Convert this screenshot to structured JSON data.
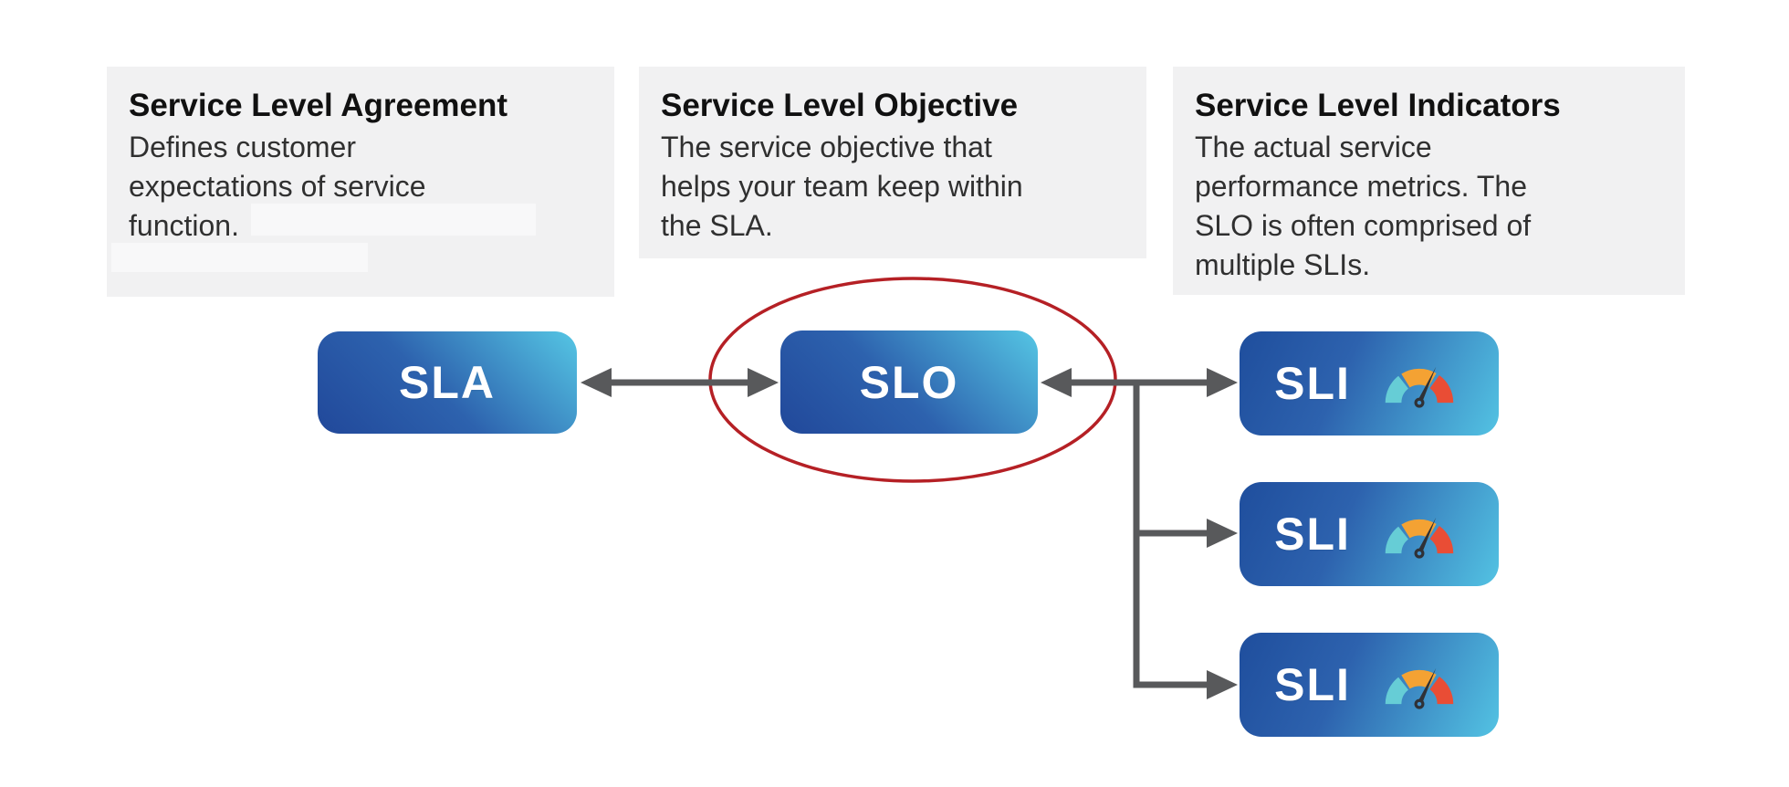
{
  "diagram": {
    "cards": [
      {
        "title": "Service Level Agreement",
        "lines": [
          "Defines customer",
          "expectations of service",
          "function."
        ]
      },
      {
        "title": "Service Level Objective",
        "lines": [
          "The service objective that",
          "helps your team keep within",
          "the SLA."
        ]
      },
      {
        "title": "Service Level Indicators",
        "lines": [
          "The actual service",
          "performance metrics. The",
          "SLO is often comprised of",
          "multiple SLIs."
        ]
      }
    ],
    "nodes": {
      "sla": {
        "label": "SLA"
      },
      "slo": {
        "label": "SLO"
      },
      "sli": {
        "label": "SLI"
      }
    },
    "colors": {
      "node_gradient_dark": "#21489a",
      "node_gradient_light": "#55c6e4",
      "node_text": "#ffffff",
      "arrow": "#58595b",
      "highlight_ellipse": "#b52025",
      "card_background": "#f1f1f2",
      "redaction": "#f8f8f9",
      "title_text": "#111111",
      "body_text": "#303030",
      "gauge_teal": "#66cdd6",
      "gauge_orange": "#f4a233",
      "gauge_red": "#e94d35",
      "gauge_needle": "#2f3136"
    }
  }
}
